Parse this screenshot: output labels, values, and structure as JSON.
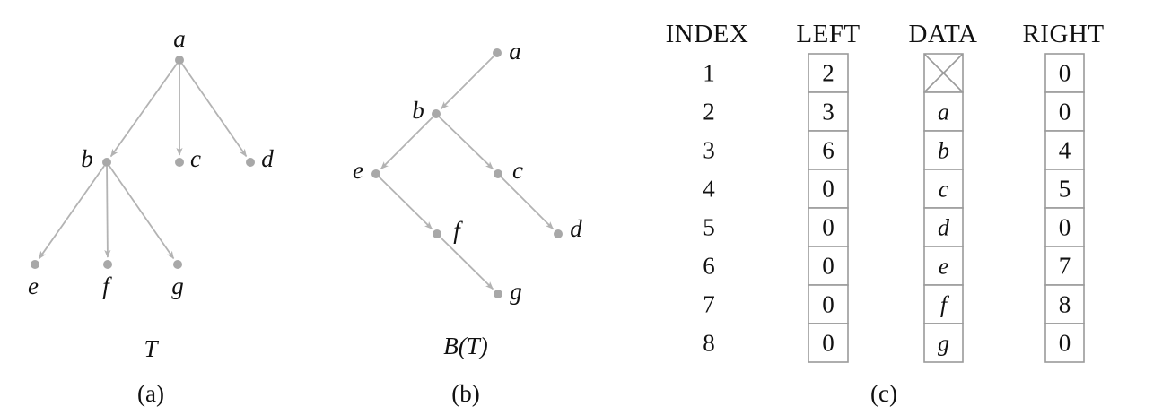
{
  "panel_a": {
    "title": "T",
    "caption": "(a)",
    "nodes": [
      {
        "id": "a",
        "label": "a"
      },
      {
        "id": "b",
        "label": "b"
      },
      {
        "id": "c",
        "label": "c"
      },
      {
        "id": "d",
        "label": "d"
      },
      {
        "id": "e",
        "label": "e"
      },
      {
        "id": "f",
        "label": "f"
      },
      {
        "id": "g",
        "label": "g"
      }
    ],
    "edges": [
      [
        "a",
        "b"
      ],
      [
        "a",
        "c"
      ],
      [
        "a",
        "d"
      ],
      [
        "b",
        "e"
      ],
      [
        "b",
        "f"
      ],
      [
        "b",
        "g"
      ]
    ]
  },
  "panel_b": {
    "title": "B(T)",
    "caption": "(b)",
    "nodes": [
      {
        "id": "a",
        "label": "a"
      },
      {
        "id": "b",
        "label": "b"
      },
      {
        "id": "c",
        "label": "c"
      },
      {
        "id": "d",
        "label": "d"
      },
      {
        "id": "e",
        "label": "e"
      },
      {
        "id": "f",
        "label": "f"
      },
      {
        "id": "g",
        "label": "g"
      }
    ],
    "edges": [
      [
        "a",
        "b"
      ],
      [
        "b",
        "e"
      ],
      [
        "b",
        "c"
      ],
      [
        "c",
        "d"
      ],
      [
        "e",
        "f"
      ],
      [
        "f",
        "g"
      ]
    ]
  },
  "panel_c": {
    "caption": "(c)",
    "headers": {
      "index": "INDEX",
      "left": "LEFT",
      "data": "DATA",
      "right": "RIGHT"
    },
    "rows": [
      {
        "index": "1",
        "left": "2",
        "data": null,
        "right": "0"
      },
      {
        "index": "2",
        "left": "3",
        "data": "a",
        "right": "0"
      },
      {
        "index": "3",
        "left": "6",
        "data": "b",
        "right": "4"
      },
      {
        "index": "4",
        "left": "0",
        "data": "c",
        "right": "5"
      },
      {
        "index": "5",
        "left": "0",
        "data": "d",
        "right": "0"
      },
      {
        "index": "6",
        "left": "0",
        "data": "e",
        "right": "7"
      },
      {
        "index": "7",
        "left": "0",
        "data": "f",
        "right": "8"
      },
      {
        "index": "8",
        "left": "0",
        "data": "g",
        "right": "0"
      }
    ]
  },
  "colors": {
    "edge": "#b3b3b3",
    "node": "#a8a8a8",
    "cell_border": "#9a9a9a"
  }
}
